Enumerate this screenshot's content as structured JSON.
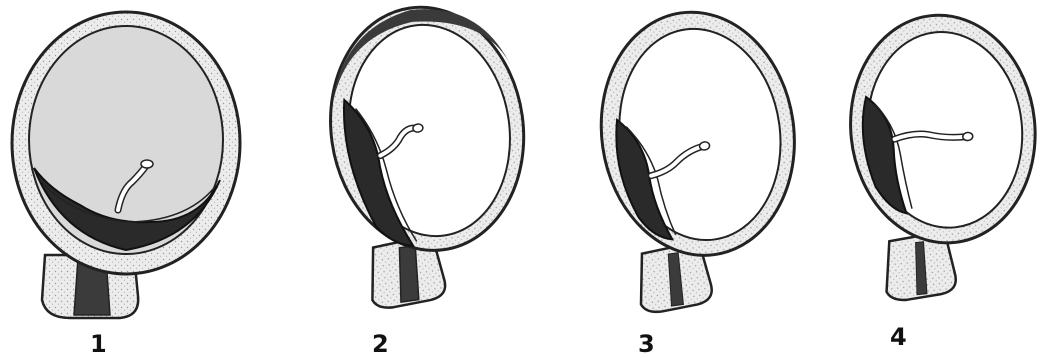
{
  "colors": {
    "outline": "#222222",
    "wall": "#e9e9e9",
    "cavity_shaded": "#d9d9d9",
    "cavity_clear": "#ffffff",
    "placenta": "#2a2a2a",
    "cervix_canal": "#3b3b3b"
  },
  "panels": [
    {
      "label": "1",
      "cavity": "shaded"
    },
    {
      "label": "2",
      "cavity": "clear"
    },
    {
      "label": "3",
      "cavity": "clear"
    },
    {
      "label": "4",
      "cavity": "clear"
    }
  ]
}
